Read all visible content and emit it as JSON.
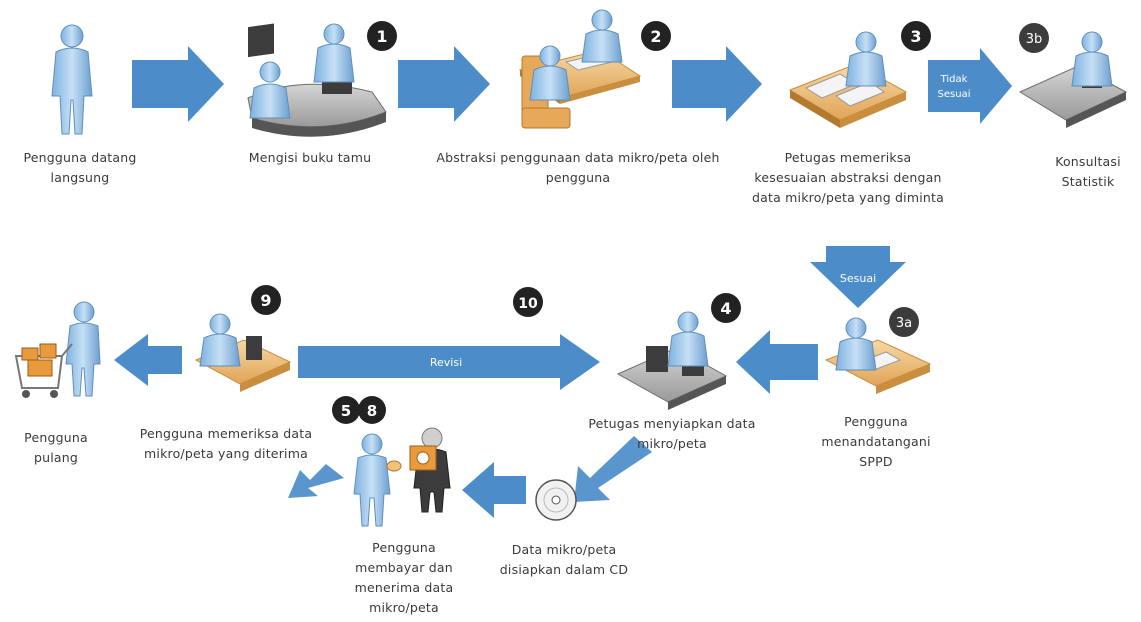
{
  "steps": [
    {
      "id": "start",
      "label": "Pengguna datang langsung"
    },
    {
      "id": "s1",
      "badge": "1",
      "label": "Mengisi buku tamu"
    },
    {
      "id": "s2",
      "badge": "2",
      "label": "Abstraksi penggunaan data mikro/peta oleh pengguna"
    },
    {
      "id": "s3",
      "badge": "3",
      "label": "Petugas memeriksa kesesuaian abstraksi dengan data mikro/peta yang diminta"
    },
    {
      "id": "s3b",
      "badge": "3b",
      "label": "Konsultasi Statistik"
    },
    {
      "id": "s3a",
      "badge": "3a",
      "label": "Pengguna menandatangani SPPD"
    },
    {
      "id": "s4",
      "badge": "4",
      "label": "Petugas menyiapkan data mikro/peta"
    },
    {
      "id": "cd",
      "label": "Data mikro/peta disiapkan dalam CD"
    },
    {
      "id": "s58",
      "badges": [
        "5",
        "8"
      ],
      "label": "Pengguna membayar dan menerima data mikro/peta"
    },
    {
      "id": "s9",
      "badge": "9",
      "label": "Pengguna memeriksa data mikro/peta yang diterima"
    },
    {
      "id": "end",
      "label": "Pengguna pulang"
    }
  ],
  "badge10": "10",
  "arrows": {
    "tidak_sesuai_1": "Tidak",
    "tidak_sesuai_2": "Sesuai",
    "sesuai": "Sesuai",
    "revisi": "Revisi"
  },
  "colors": {
    "arrow": "#3d83c4",
    "arrow_light": "#6aa4d8",
    "person": "#9cc7ea",
    "person_dark": "#5e8fbd",
    "desk": "#f2c27a",
    "desk_dark": "#c98e3e",
    "computer": "#3c3c3c",
    "badge": "#222222",
    "text": "#3a3a3a"
  }
}
